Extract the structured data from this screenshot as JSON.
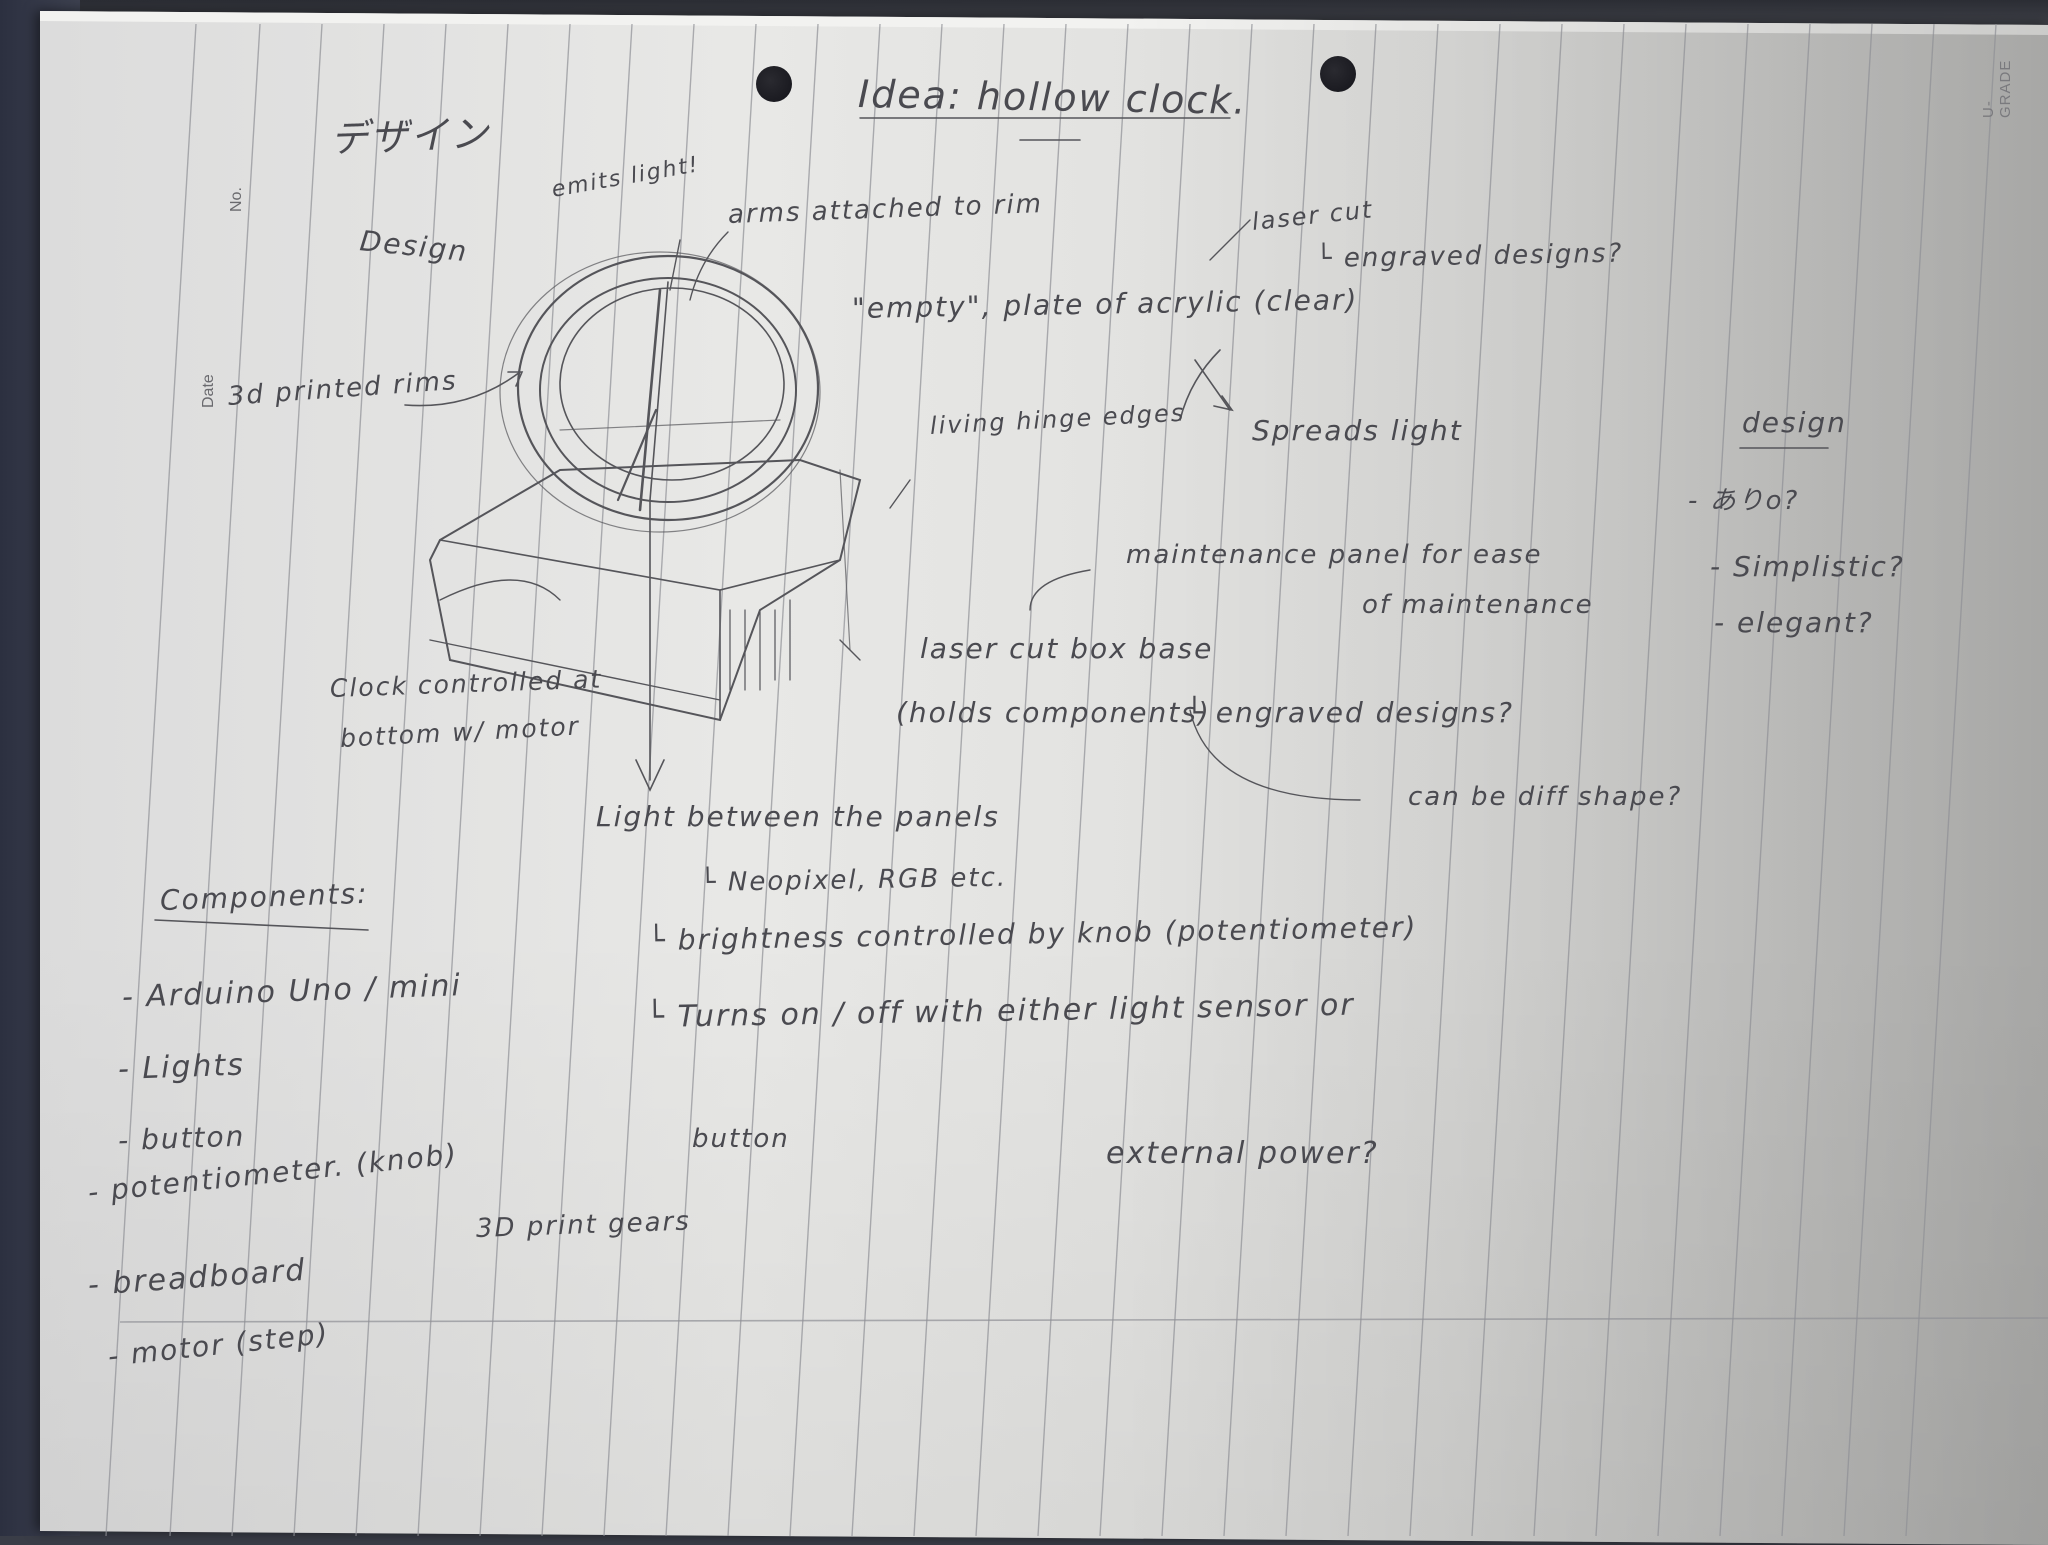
{
  "colors": {
    "ink": "#4a4a50",
    "paper": "#e6e6e4",
    "rule": "#8f9096",
    "backdrop": "#3a3d47"
  },
  "margin": {
    "no_label": "No.",
    "date_label": "Date",
    "brand": "U-GRADE"
  },
  "notes": {
    "title": "Idea: hollow clock.",
    "japanese": "デザイン",
    "design": "Design",
    "emits_light": "emits light!",
    "arms": "arms attached to rim",
    "laser_cut": "laser cut",
    "engraved_1": "└ engraved designs?",
    "empty_plate": "\"empty\", plate of acrylic (clear)",
    "printed_rims": "3d printed rims",
    "spreads_light": "Spreads light",
    "living_hinge": "living hinge edges",
    "maintenance_1": "maintenance panel for ease",
    "maintenance_2": "of maintenance",
    "box_base": "laser cut box base",
    "holds_components": "(holds components)",
    "engraved_2": "└ engraved designs?",
    "diff_shape": "can be diff shape?",
    "clock_controls_1": "Clock controlled at",
    "clock_controls_2": "bottom w/ motor",
    "light_between": "Light between the panels",
    "neopixel": "└ Neopixel, RGB etc.",
    "brightness": "└ brightness controlled by knob (potentiometer)",
    "turns_on": "└ Turns on / off with either light sensor or",
    "button_word": "button",
    "external_power": "external power?",
    "gears": "3D print gears",
    "design_side_title": "design",
    "design_side_1": "- ありo?",
    "design_side_2": "- Simplistic?",
    "design_side_3": "- elegant?",
    "components_title": "Components:",
    "components": [
      "- Arduino Uno / mini",
      "- Lights",
      "- button",
      "- potentiometer. (knob)",
      "- breadboard",
      "- motor (step)"
    ]
  }
}
